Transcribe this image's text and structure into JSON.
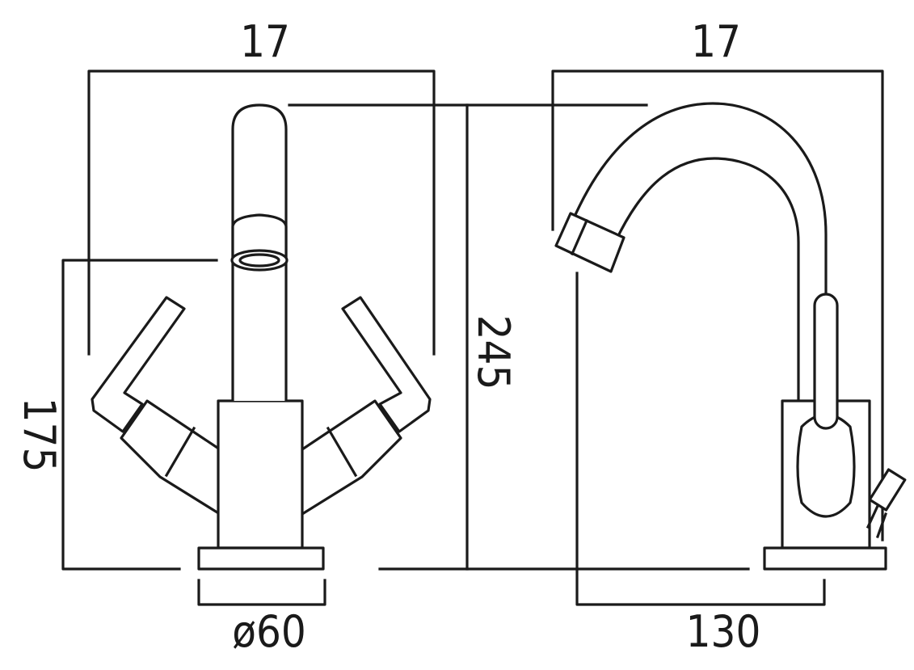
{
  "front_view": {
    "top_width_label": "17",
    "height_label": "175",
    "base_diameter_label": "ø60"
  },
  "overall": {
    "height_label": "245"
  },
  "side_view": {
    "top_width_label": "17",
    "reach_label": "130"
  },
  "colors": {
    "line": "#1a1a1a",
    "background": "#ffffff"
  }
}
